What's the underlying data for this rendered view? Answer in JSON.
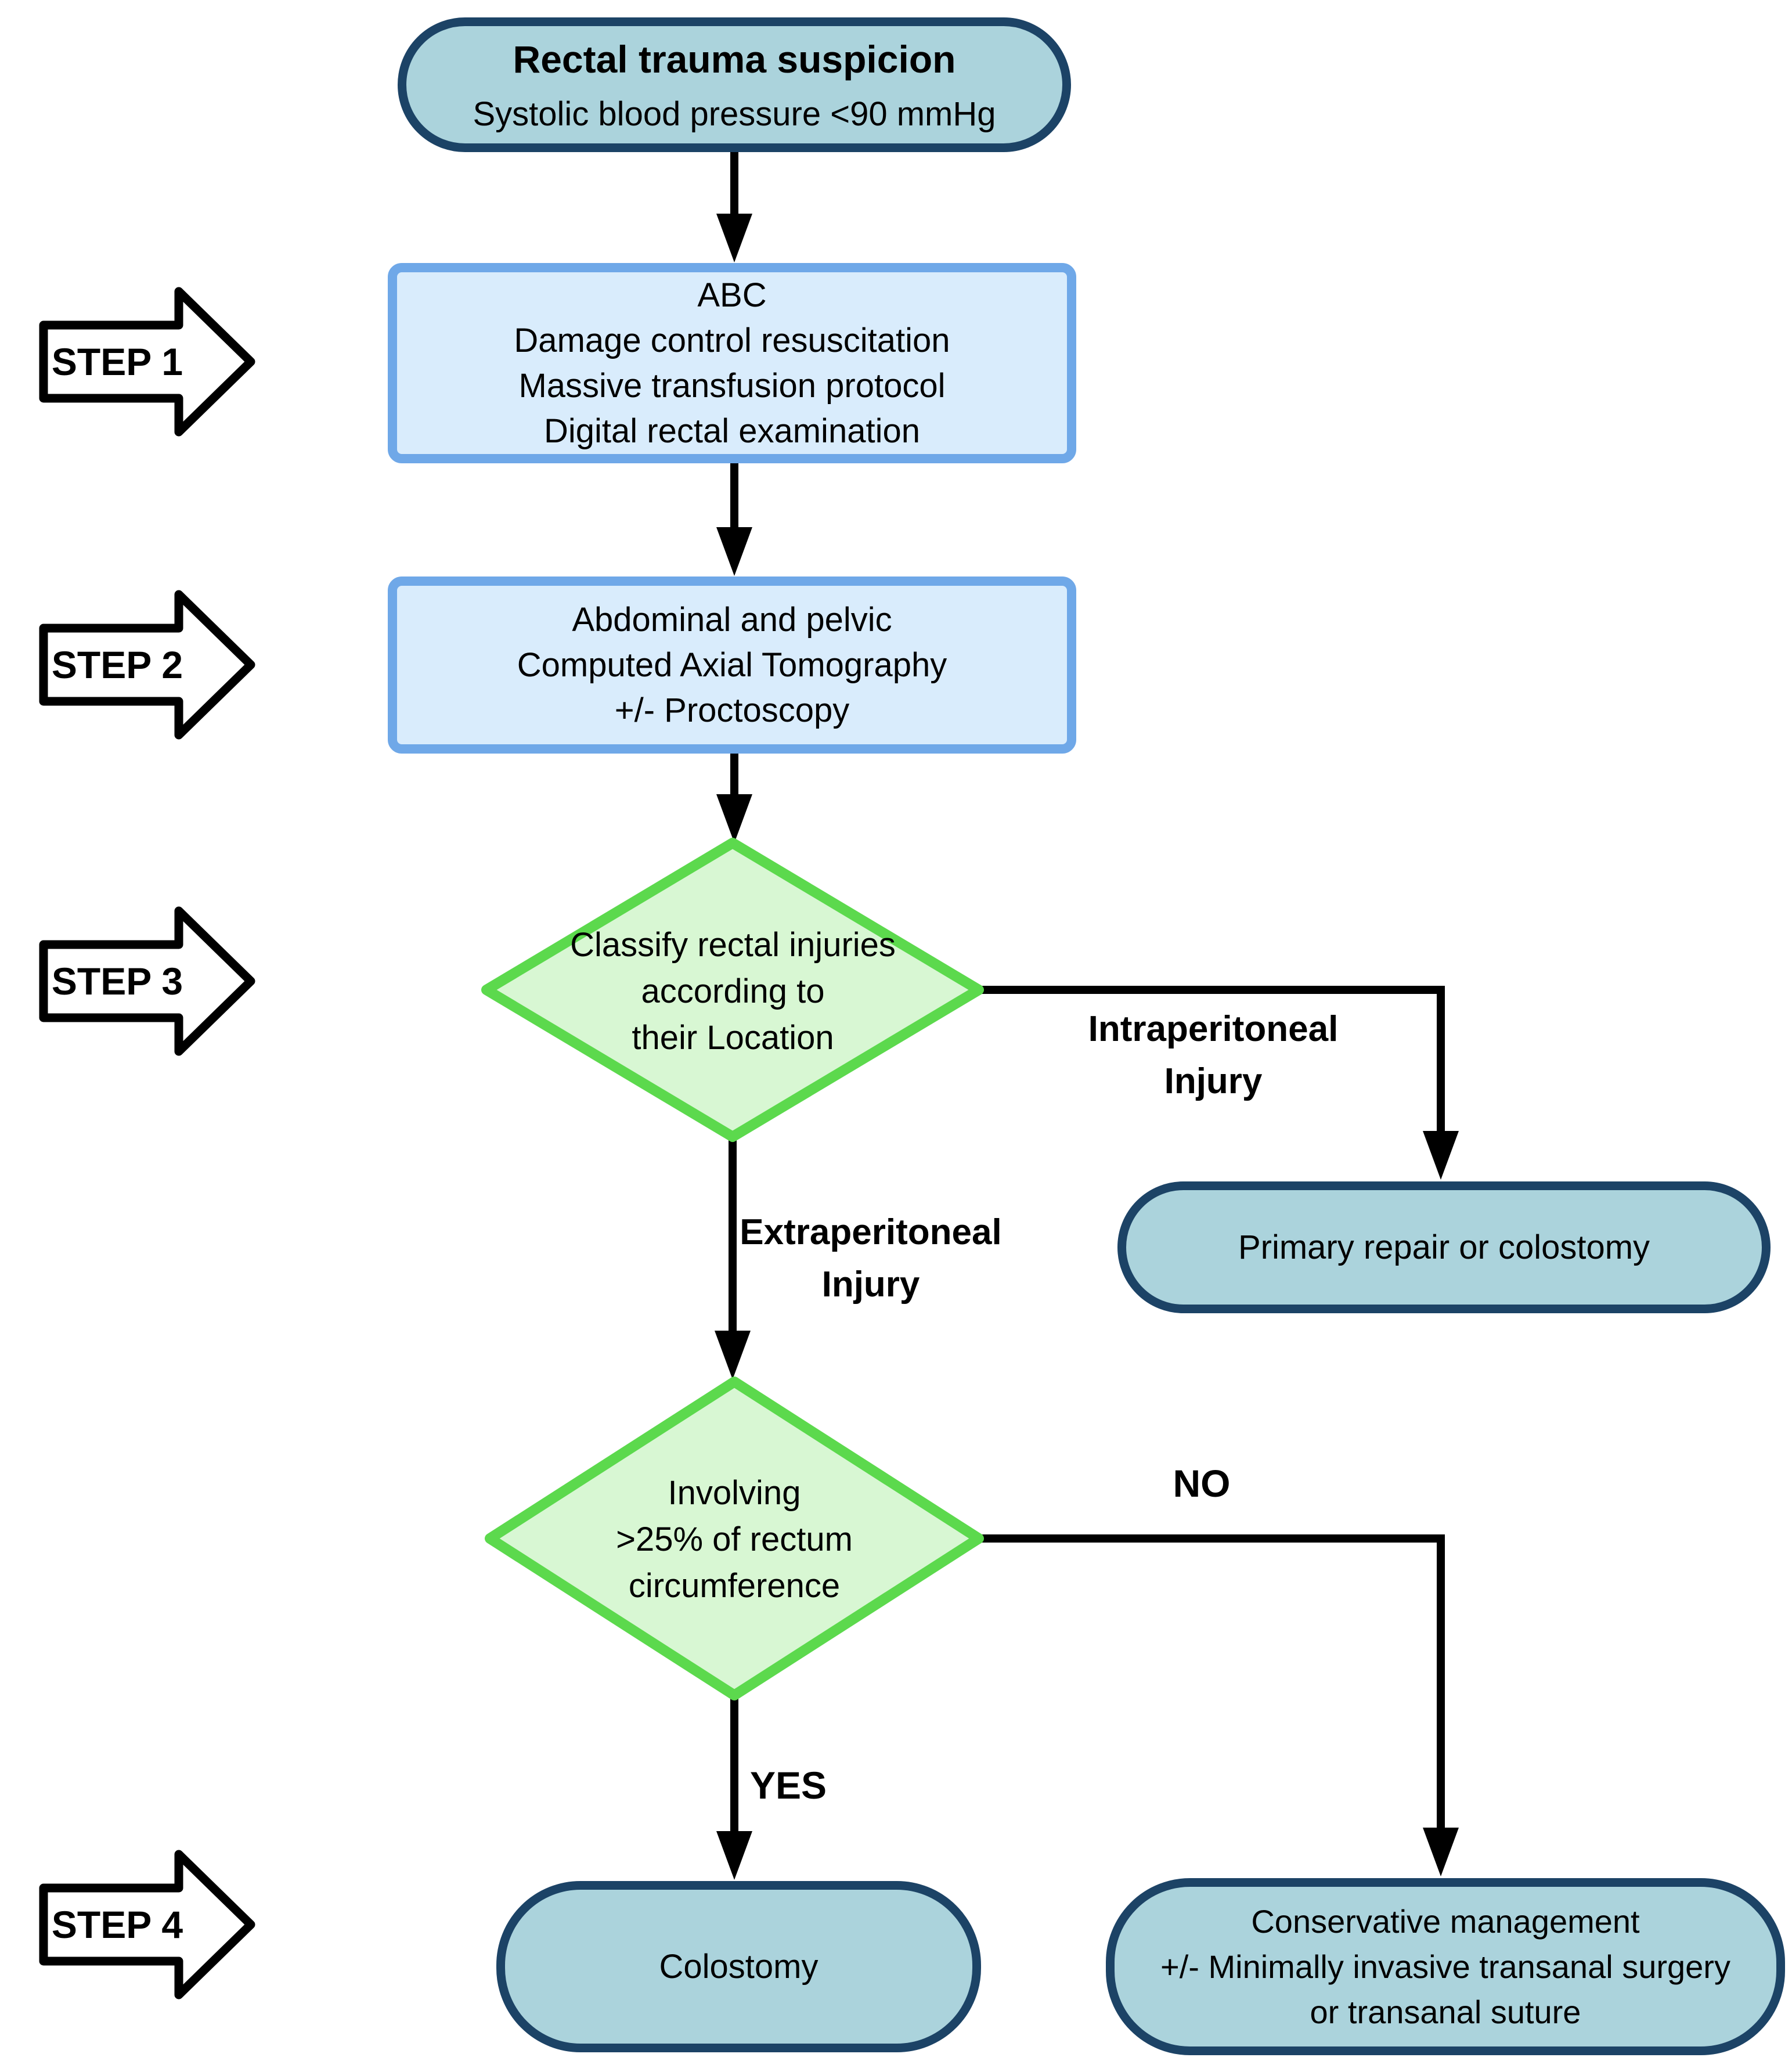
{
  "steps": [
    {
      "label": "STEP 1"
    },
    {
      "label": "STEP 2"
    },
    {
      "label": "STEP 3"
    },
    {
      "label": "STEP 4"
    }
  ],
  "nodes": {
    "start": {
      "title": "Rectal trauma suspicion",
      "subtitle": "Systolic blood pressure <90 mmHg"
    },
    "resuscitation": {
      "lines": [
        "ABC",
        "Damage control resuscitation",
        "Massive transfusion protocol",
        "Digital rectal examination"
      ]
    },
    "imaging": {
      "lines": [
        "Abdominal and pelvic",
        "Computed Axial Tomography",
        "+/- Proctoscopy"
      ]
    },
    "classify_diamond": {
      "lines": [
        "Classify rectal injuries",
        "according to",
        "their Location"
      ]
    },
    "involvement_diamond": {
      "lines": [
        "Involving",
        ">25% of rectum",
        "circumference"
      ]
    },
    "primary_repair": {
      "label": "Primary repair or colostomy"
    },
    "colostomy": {
      "label": "Colostomy"
    },
    "conservative": {
      "lines": [
        "Conservative management",
        "+/- Minimally invasive transanal surgery",
        "or transanal suture"
      ]
    }
  },
  "branch_labels": {
    "intraperitoneal": [
      "Intraperitoneal",
      "Injury"
    ],
    "extraperitoneal": [
      "Extraperitoneal",
      "Injury"
    ],
    "yes": "YES",
    "no": "NO"
  },
  "colors": {
    "teal_fill": "#abd3dc",
    "navy_border": "#1c4366",
    "blue_fill": "#d9ecfc",
    "blue_border": "#6fa8e8",
    "green_fill": "#d8f7d3",
    "green_border": "#5cd94d",
    "line": "#000000"
  }
}
